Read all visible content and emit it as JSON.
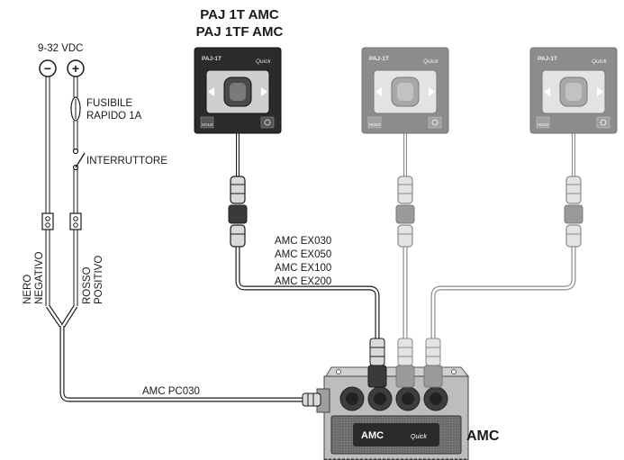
{
  "title_line1": "PAJ 1T AMC",
  "title_line2": "PAJ 1TF AMC",
  "supply_label": "9-32 VDC",
  "minus_symbol": "−",
  "plus_symbol": "+",
  "fuse_label_1": "FUSIBILE",
  "fuse_label_2": "RAPIDO 1A",
  "switch_label": "INTERRUTTORE",
  "neg_wire_1": "NERO",
  "neg_wire_2": "NEGATIVO",
  "pos_wire_1": "ROSSO",
  "pos_wire_2": "POSITIVO",
  "cable_options": [
    "AMC EX030",
    "AMC EX050",
    "AMC EX100",
    "AMC EX200"
  ],
  "power_cable": "AMC PC030",
  "unit_label": "AMC",
  "panel_brand": "PAJ-1T",
  "panel_logo": "Quick",
  "panel_hold": "HOLD",
  "box_model": "AMC",
  "box_logo": "Quick",
  "colors": {
    "ink": "#1a1a1a",
    "dark_panel": "#2b2b2b",
    "gray_panel": "#8c8c8c",
    "box": "#bdbdbd"
  }
}
